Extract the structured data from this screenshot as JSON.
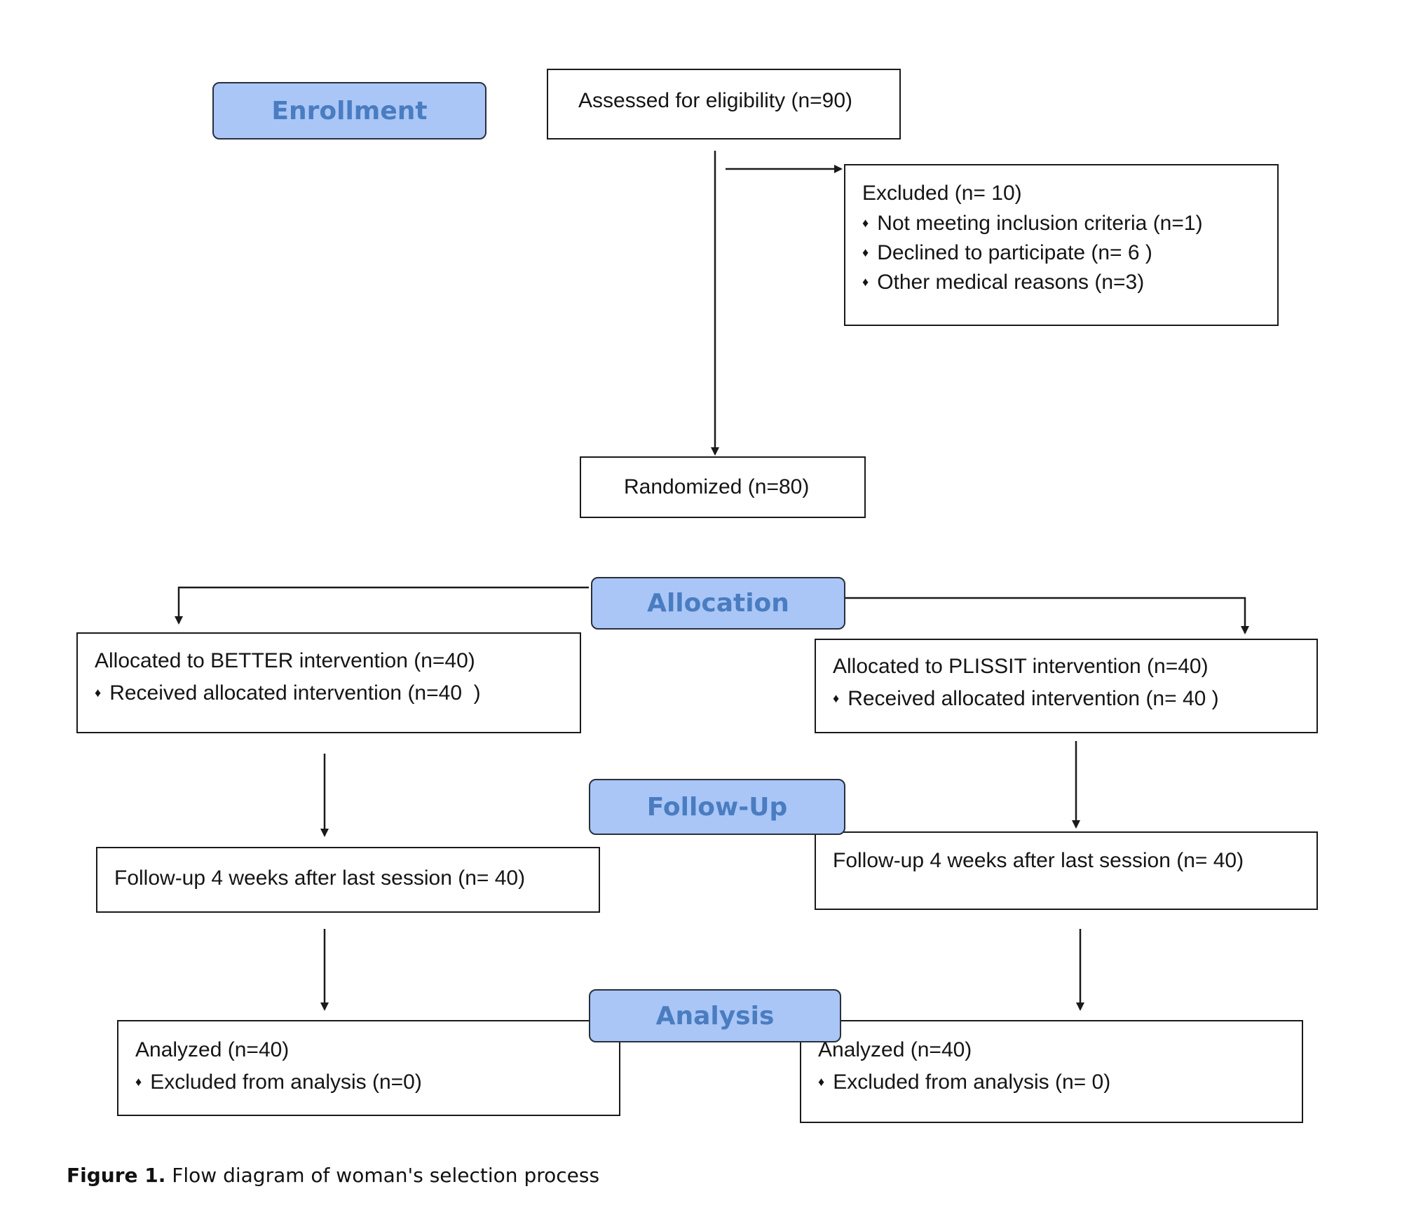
{
  "stages": {
    "enrollment": "Enrollment",
    "allocation": "Allocation",
    "followup": "Follow-Up",
    "analysis": "Analysis"
  },
  "boxes": {
    "assessed": "Assessed for eligibility (n=90)",
    "excluded": {
      "title": "Excluded (n= 10)",
      "items": [
        "Not meeting inclusion criteria (n=1)",
        "Declined to participate (n= 6 )",
        "Other medical reasons (n=3)"
      ]
    },
    "randomized": "Randomized (n=80)",
    "alloc_left": {
      "title": "Allocated to BETTER intervention (n=40)",
      "item": "Received allocated intervention (n=40  )"
    },
    "alloc_right": {
      "title": "Allocated to PLISSIT intervention (n=40)",
      "item": "Received allocated intervention (n= 40 )"
    },
    "follow_left": "Follow-up 4 weeks after last session (n= 40)",
    "follow_right": "Follow-up 4 weeks after last session (n= 40)",
    "analysis_left": {
      "title": "Analyzed (n=40)",
      "item": "Excluded from analysis (n=0)"
    },
    "analysis_right": {
      "title": "Analyzed (n=40)",
      "item": "Excluded from analysis (n= 0)"
    }
  },
  "bullet_glyph": "♦",
  "caption": {
    "label": "Figure 1.",
    "text": " Flow diagram of woman's selection process"
  },
  "colors": {
    "stage_fill": "#a9c6f7",
    "stage_text": "#4a7cc0",
    "line": "#1a1a1a"
  }
}
